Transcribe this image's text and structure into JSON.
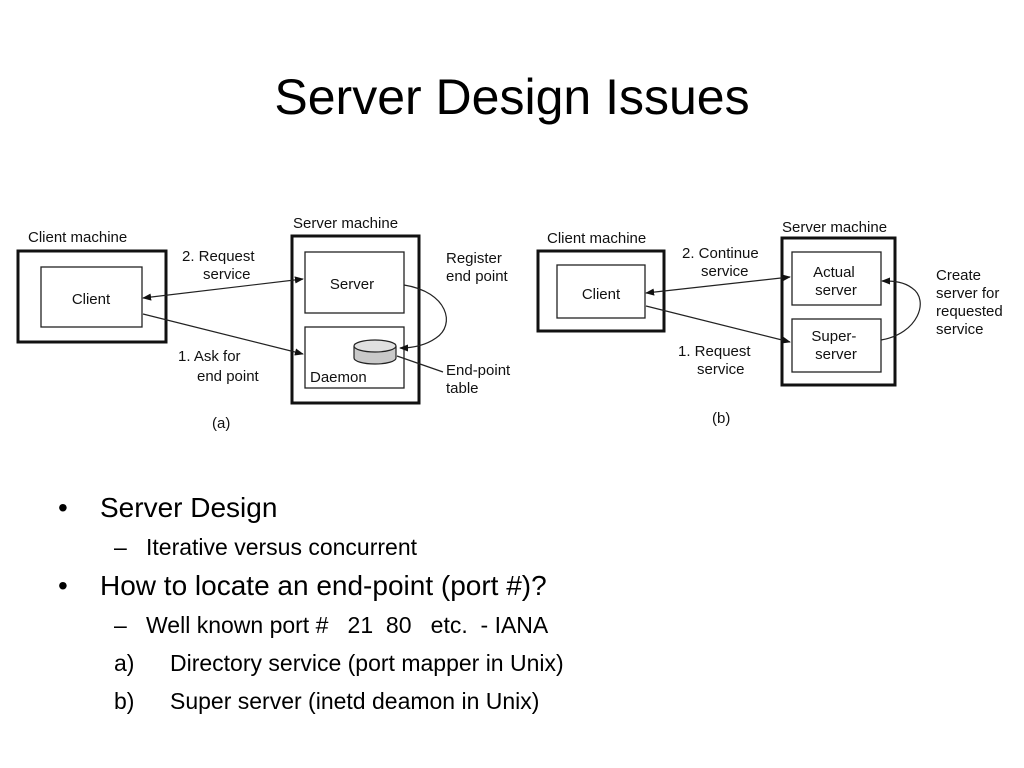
{
  "slide": {
    "title": "Server Design Issues"
  },
  "diagram_a": {
    "client_machine_label": "Client machine",
    "client_label": "Client",
    "server_machine_label": "Server machine",
    "server_label": "Server",
    "daemon_label": "Daemon",
    "request_service": [
      "2. Request",
      "service"
    ],
    "ask_end_point": [
      "1. Ask for",
      "end point"
    ],
    "register_end_point": [
      "Register",
      "end point"
    ],
    "end_point_table": [
      "End-point",
      "table"
    ],
    "caption": "(a)"
  },
  "diagram_b": {
    "client_machine_label": "Client machine",
    "client_label": "Client",
    "server_machine_label": "Server machine",
    "actual_server": [
      "Actual",
      "server"
    ],
    "super_server": [
      "Super-",
      "server"
    ],
    "continue_service": [
      "2. Continue",
      "service"
    ],
    "request_service": [
      "1. Request",
      "service"
    ],
    "create_server": [
      "Create",
      "server for",
      "requested",
      "service"
    ],
    "caption": "(b)"
  },
  "bullets": [
    {
      "marker": "•",
      "text": "Server Design",
      "level": 1
    },
    {
      "marker": "–",
      "text": "Iterative versus concurrent",
      "level": 2
    },
    {
      "marker": "•",
      "text": "How to locate an end-point (port #)?",
      "level": 1
    },
    {
      "marker": "–",
      "text": "Well known port #   21  80   etc.  - IANA",
      "level": 2
    },
    {
      "marker": "a)",
      "text": "Directory service (port mapper in Unix)",
      "level": 3
    },
    {
      "marker": "b)",
      "text": "Super server (inetd deamon in Unix)",
      "level": 3
    }
  ]
}
